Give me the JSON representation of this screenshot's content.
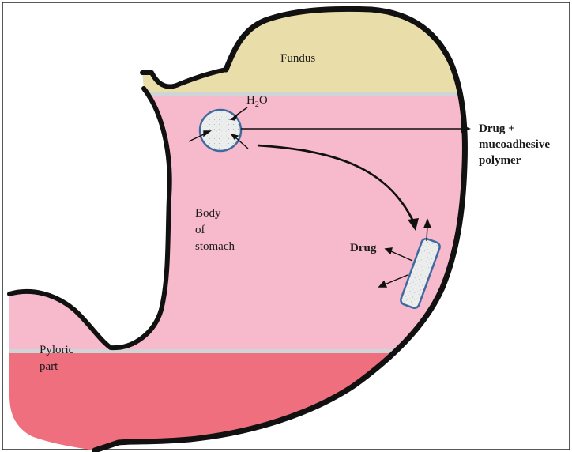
{
  "diagram": {
    "labels": {
      "fundus": "Fundus",
      "body_line1": "Body",
      "body_line2": "of",
      "body_line3": "stomach",
      "pyloric_line1": "Pyloric",
      "pyloric_line2": "part",
      "water_h": "H",
      "water_sub": "2",
      "water_o": "O",
      "drug_polymer_line1": "Drug +",
      "drug_polymer_line2": "mucoadhesive",
      "drug_polymer_line3": "polymer",
      "drug": "Drug"
    },
    "colors": {
      "fundus": "#e9dea9",
      "body": "#f7b9cc",
      "pyloric": "#ef6f7e",
      "band": "#cfd4d6",
      "particle_fill": "#eceded",
      "particle_stroke": "#3f6aa0",
      "outline": "#111111"
    }
  }
}
